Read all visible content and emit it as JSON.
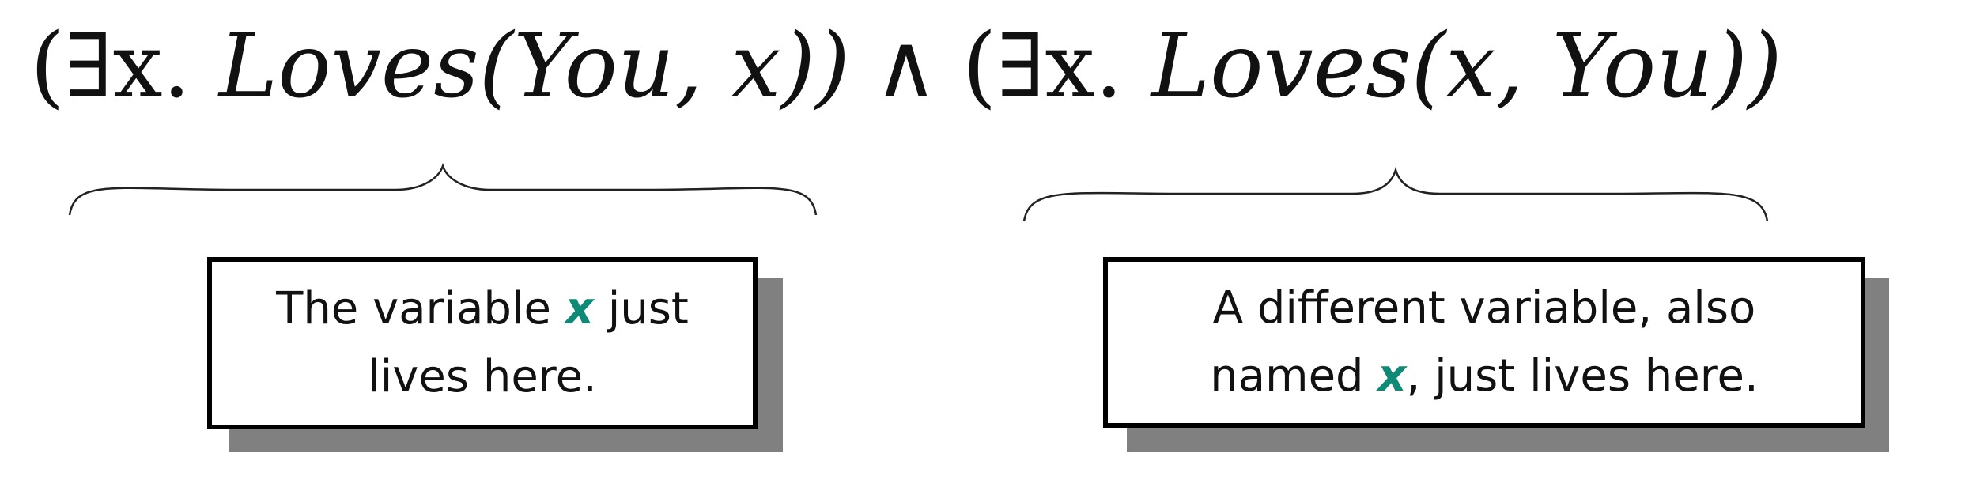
{
  "formula": {
    "left_open": "(∃x. ",
    "left_pred": "Loves",
    "left_args": "(You, x))",
    "connective": "∧",
    "right_open": "(∃x. ",
    "right_pred": "Loves",
    "right_args": "(x, You))"
  },
  "callout_left": {
    "line1_before": "The variable ",
    "var": "x",
    "line1_after": " just",
    "line2": "lives here."
  },
  "callout_right": {
    "line1": "A different variable, also",
    "line2_before": "named ",
    "var": "x",
    "line2_after": ", just lives here."
  },
  "colors": {
    "variable_highlight": "#0e8a76",
    "shadow": "#808080",
    "border": "#000000"
  }
}
